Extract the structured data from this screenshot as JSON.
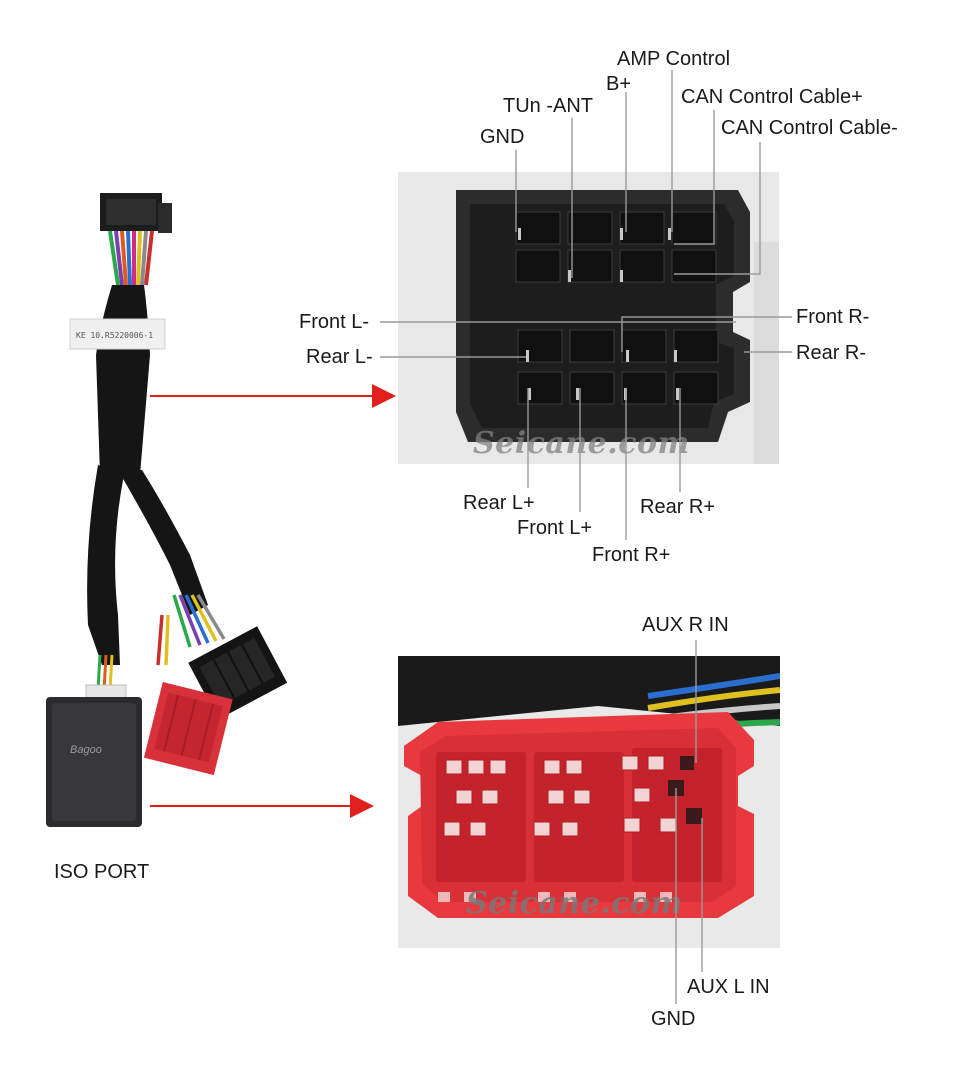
{
  "watermark": "Seicane.com",
  "iso_port_label": "ISO PORT",
  "cable_tag": "KE 10.R5220006-1",
  "box_brand": "Bagoo",
  "colors": {
    "arrow": "#e0201c",
    "leader": "#9a9a9a",
    "red_connector": "#e23a3a"
  },
  "top_connector": {
    "labels": {
      "amp_control": "AMP Control",
      "b_plus": "B+",
      "can_plus": "CAN Control Cable+",
      "tun_ant": "TUn -ANT",
      "can_minus": "CAN Control Cable-",
      "gnd": "GND",
      "front_l_minus": "Front L-",
      "front_r_minus": "Front R-",
      "rear_l_minus": "Rear L-",
      "rear_r_minus": "Rear R-",
      "rear_l_plus": "Rear L+",
      "rear_r_plus": "Rear R+",
      "front_l_plus": "Front L+",
      "front_r_plus": "Front R+"
    }
  },
  "bottom_connector": {
    "labels": {
      "aux_r_in": "AUX R IN",
      "aux_l_in": "AUX L IN",
      "gnd": "GND"
    }
  }
}
